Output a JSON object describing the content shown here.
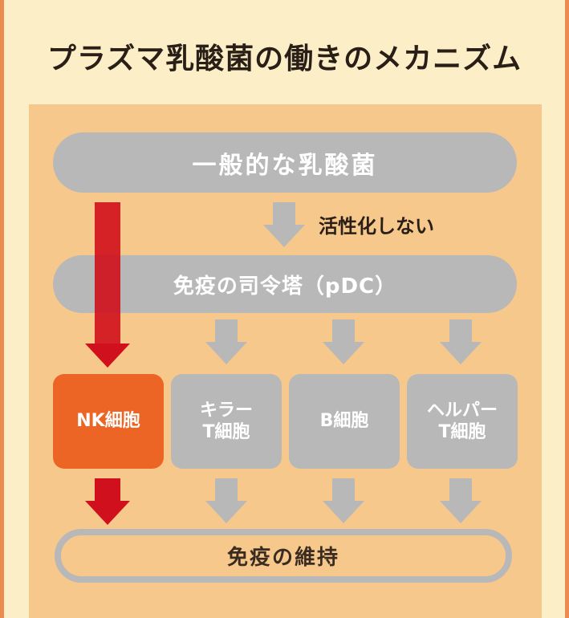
{
  "title": "プラズマ乳酸菌の働きのメカニズム",
  "top_pill": "一般的な乳酸菌",
  "note": "活性化しない",
  "pdc_pill": "免疫の司令塔（pDC）",
  "cells": [
    {
      "line1": "NK細胞",
      "line2": ""
    },
    {
      "line1": "キラー",
      "line2": "T細胞"
    },
    {
      "line1": "B細胞",
      "line2": ""
    },
    {
      "line1": "ヘルパー",
      "line2": "T細胞"
    }
  ],
  "bottom_pill": "免疫の維持",
  "colors": {
    "background": "#fcefc8",
    "panel": "#f7c88c",
    "gray": "#b8b8b8",
    "red_arrow": "#d0101c",
    "nk_orange": "#ec6524"
  }
}
